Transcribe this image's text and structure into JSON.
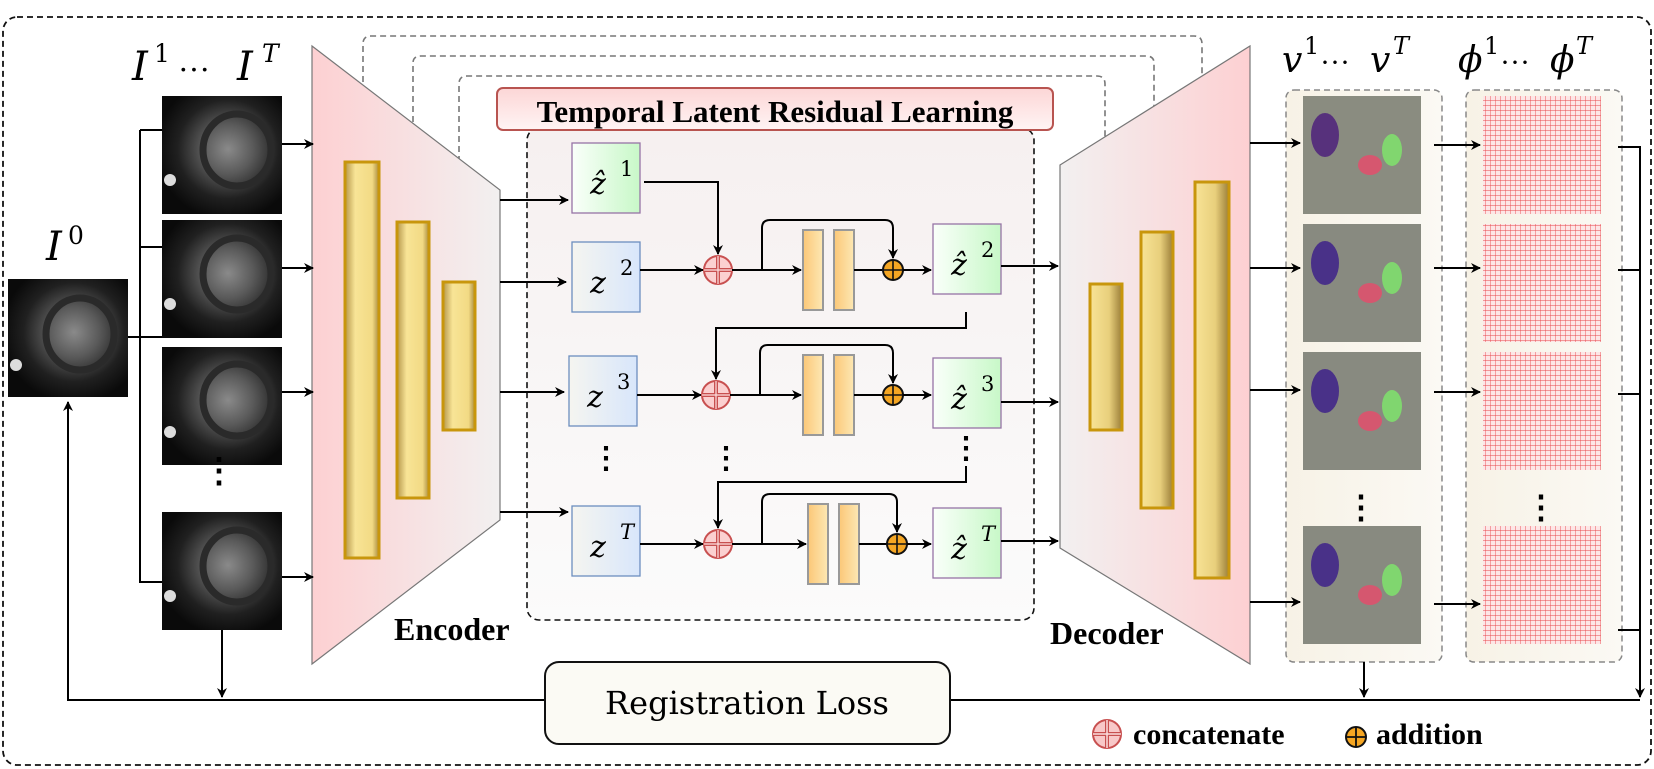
{
  "labels": {
    "input_seq": "I",
    "input_seq_sup_start": "1",
    "input_seq_dots": "···",
    "input_seq_sup_end": "T",
    "template": "I",
    "template_sup": "0",
    "velocity_seq": "v",
    "velocity_sup_start": "1",
    "velocity_dots": "···",
    "velocity_sup_end": "T",
    "deform_seq": "ϕ",
    "deform_sup_start": "1",
    "deform_dots": "···",
    "deform_sup_end": "T",
    "encoder": "Encoder",
    "decoder": "Decoder",
    "tlrl_title": "Temporal Latent Residual Learning",
    "registration_loss": "Registration Loss",
    "vdots": "⋮"
  },
  "latents": {
    "zhat1": {
      "base": "ẑ",
      "sup": "1"
    },
    "z2": {
      "base": "z",
      "sup": "2"
    },
    "zhat2": {
      "base": "ẑ",
      "sup": "2"
    },
    "z3": {
      "base": "z",
      "sup": "3"
    },
    "zhat3": {
      "base": "ẑ",
      "sup": "3"
    },
    "zT": {
      "base": "z",
      "sup": "T"
    },
    "zhatT": {
      "base": "ẑ",
      "sup": "T"
    }
  },
  "legend": {
    "concatenate": "concatenate",
    "addition": "addition"
  },
  "colors": {
    "encoder_fill": "#fccfd0",
    "feature_bar": "#f2dc88",
    "feature_bar_border": "#c8960c",
    "latent_blue": "#dae8fc",
    "latent_blue_border": "#6c8ebf",
    "latent_green": "#cdfacd",
    "latent_green_border": "#9673a6",
    "concat_red": "#d05858",
    "addition_orange": "#f5a623",
    "title_box_fill": "#f8cecc",
    "title_box_border": "#b85450"
  }
}
